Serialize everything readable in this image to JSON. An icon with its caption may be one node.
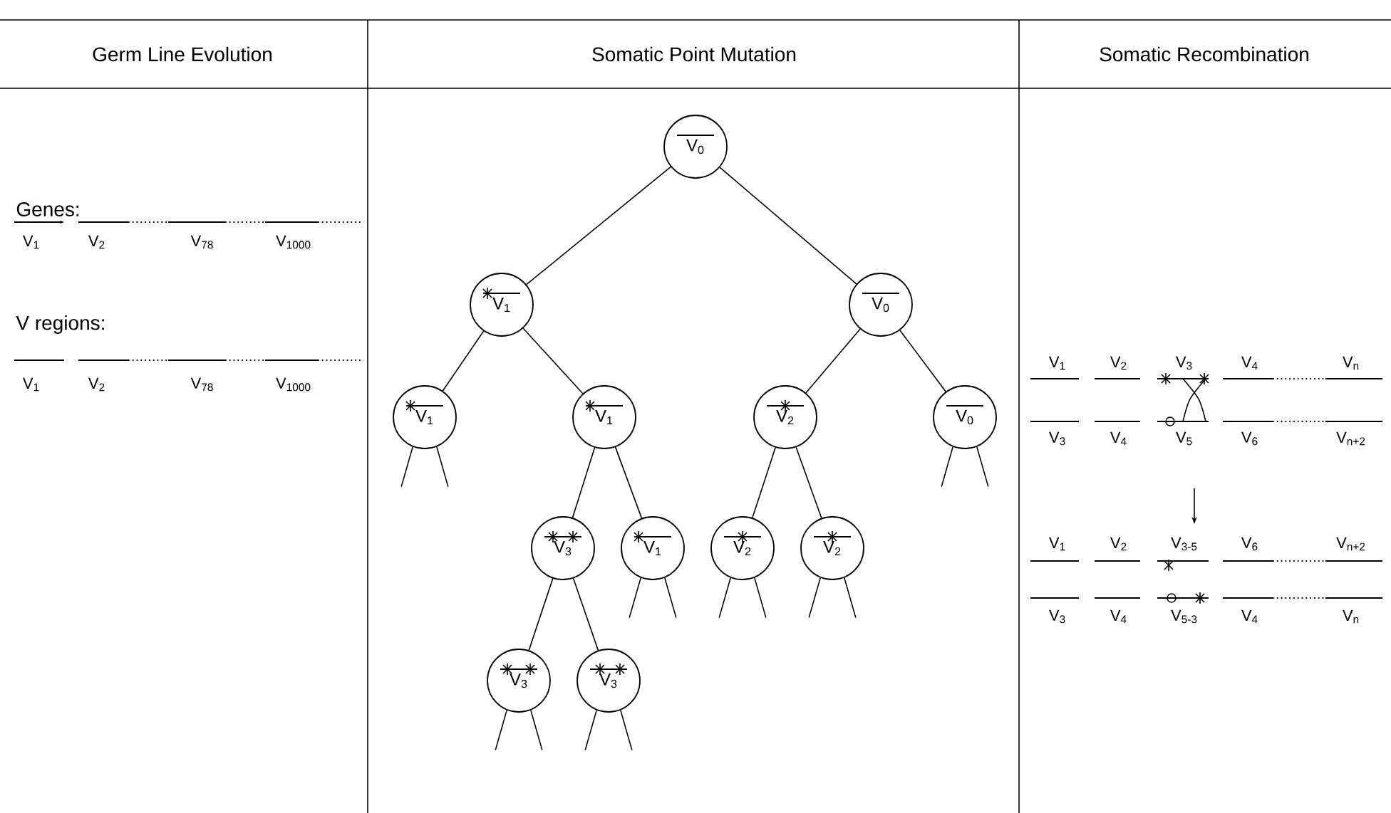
{
  "diagram": {
    "nodes": [
      {
        "text": [
          "V$_{0}$"
        ]
      },
      {
        "text": [
          "V$_{1}$"
        ]
      },
      {
        "text": [
          "V$_{0}$"
        ]
      },
      {
        "text": [
          "V$_{1}$"
        ]
      },
      {
        "text": [
          "V$_{1}$"
        ]
      },
      {
        "text": [
          "V$_{2}$"
        ]
      },
      {
        "text": [
          "V$_{0}$"
        ]
      },
      {
        "text": [
          "V$_{3}$"
        ]
      },
      {
        "text": [
          "V$_{1}$"
        ]
      },
      {
        "text": [
          "V$_{2}$"
        ]
      },
      {
        "text": [
          "V$_{2}$"
        ]
      },
      {
        "text": [
          "V$_{3}$"
        ]
      },
      {
        "text": [
          "V$_{3}$"
        ]
      }
    ],
    "edges": [
      {
        "from": 0,
        "to": 1,
        "arrow": "none"
      },
      {
        "from": 0,
        "to": 2,
        "arrow": "none"
      },
      {
        "from": 1,
        "to": 3,
        "arrow": "none"
      },
      {
        "from": 1,
        "to": 4,
        "arrow": "none"
      },
      {
        "from": 2,
        "to": 5,
        "arrow": "none"
      },
      {
        "from": 2,
        "to": 6,
        "arrow": "none"
      },
      {
        "from": 4,
        "to": 7,
        "arrow": "none"
      },
      {
        "from": 4,
        "to": 8,
        "arrow": "none"
      },
      {
        "from": 5,
        "to": 9,
        "arrow": "none"
      },
      {
        "from": 5,
        "to": 10,
        "arrow": "none"
      },
      {
        "from": 7,
        "to": 11,
        "arrow": "none"
      },
      {
        "from": 7,
        "to": 12,
        "arrow": "none"
      },
      {
        "from": 3,
        "to": null,
        "arrow": "none"
      },
      {
        "from": 3,
        "to": null,
        "arrow": "none"
      },
      {
        "from": 6,
        "to": null,
        "arrow": "none"
      },
      {
        "from": 6,
        "to": null,
        "arrow": "none"
      },
      {
        "from": 8,
        "to": null,
        "arrow": "none"
      },
      {
        "from": 8,
        "to": null,
        "arrow": "none"
      },
      {
        "from": 9,
        "to": null,
        "arrow": "none"
      },
      {
        "from": 9,
        "to": null,
        "arrow": "none"
      },
      {
        "from": 10,
        "to": null,
        "arrow": "none"
      },
      {
        "from": 10,
        "to": null,
        "arrow": "none"
      },
      {
        "from": 11,
        "to": null,
        "arrow": "none"
      },
      {
        "from": 11,
        "to": null,
        "arrow": "none"
      },
      {
        "from": 12,
        "to": null,
        "arrow": "none"
      },
      {
        "from": 12,
        "to": null,
        "arrow": "none"
      }
    ],
    "labels": [
      "Germ Line Evolution",
      "Somatic Point Mutation",
      "Somatic Recombination",
      "Genes:",
      "V$_{1}$",
      "V$_{2}$",
      "V$_{78}$",
      "V$_{1000}$",
      "V regions:",
      "V$_{1}$",
      "V$_{2}$",
      "V$_{78}$",
      "V$_{1000}$",
      "V$_{1}$",
      "V$_{2}$",
      "V$_{3}$",
      "V$_{4}$",
      "V$_{n}$",
      "V$_{3}$",
      "V$_{4}$",
      "V$_{5}$",
      "V$_{6}$",
      "V$_{n+2}$",
      "V$_{1}$",
      "V$_{2}$",
      "V$_{3-5}$",
      "V$_{6}$",
      "V$_{n+2}$",
      "V$_{3}$",
      "V$_{4}$",
      "V$_{5-3}$",
      "V$_{4}$",
      "V$_{n}$"
    ]
  }
}
